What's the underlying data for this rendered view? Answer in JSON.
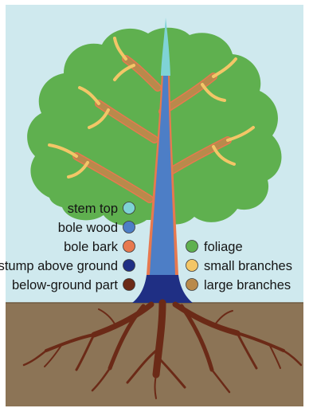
{
  "colors": {
    "sky": "#cfe9ee",
    "ground": "#8c7456",
    "foliage": "#5fb04f",
    "stem_top": "#7fd3d6",
    "bole_wood": "#4d7ec6",
    "bole_bark": "#e7794f",
    "stump": "#1f2f84",
    "roots": "#6b2a17",
    "small_branches": "#f3c667",
    "large_branches": "#b98a4b"
  },
  "legend_left": [
    {
      "label": "stem top",
      "color": "#7fd3d6"
    },
    {
      "label": "bole wood",
      "color": "#4d7ec6"
    },
    {
      "label": "bole bark",
      "color": "#e7794f"
    },
    {
      "label": "stump above ground",
      "color": "#1f2f84"
    },
    {
      "label": "below-ground part",
      "color": "#6b2a17"
    }
  ],
  "legend_right": [
    {
      "label": "foliage",
      "color": "#5fb04f"
    },
    {
      "label": "small branches",
      "color": "#f3c667"
    },
    {
      "label": "large branches",
      "color": "#b98a4b"
    }
  ]
}
